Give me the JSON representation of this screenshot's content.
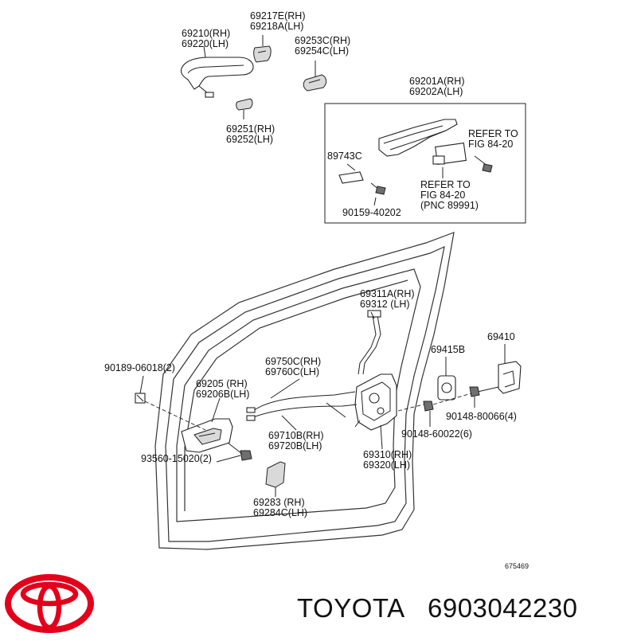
{
  "labels": {
    "handle_outer": [
      "69210(RH)",
      "69220(LH)"
    ],
    "cover_e": [
      "69217E(RH)",
      "69218A(LH)"
    ],
    "cover_c": [
      "69253C(RH)",
      "69254C(LH)"
    ],
    "pad": [
      "69251(RH)",
      "69252(LH)"
    ],
    "frame": [
      "69201A(RH)",
      "69202A(LH)"
    ],
    "refer_top": [
      "REFER TO",
      "FIG 84-20"
    ],
    "pad_small": "89743C",
    "refer_bottom": [
      "REFER TO",
      "FIG 84-20",
      "(PNC 89991)"
    ],
    "screw_frame": "90159-40202",
    "rod": [
      "69311A(RH)",
      "69312 (LH)"
    ],
    "striker": "69410",
    "bumper": "69415B",
    "clip": "90189-06018(2)",
    "cable_upper": [
      "69750C(RH)",
      "69760C(LH)"
    ],
    "inner_handle": [
      "69205 (RH)",
      "69206B(LH)"
    ],
    "bolt_striker": "90148-80066(4)",
    "cable_lower": [
      "69710B(RH)",
      "69720B(LH)"
    ],
    "screw_lock": "90148-60022(6)",
    "screw_handle": "93560-15020(2)",
    "lock": [
      "69310(RH)",
      "69320(LH)"
    ],
    "bezel": [
      "69283 (RH)",
      "69284C(LH)"
    ],
    "diagram_no": "675469"
  },
  "brand": {
    "name": "TOYOTA",
    "part_number": "6903042230",
    "logo_color": "#e3001b"
  }
}
